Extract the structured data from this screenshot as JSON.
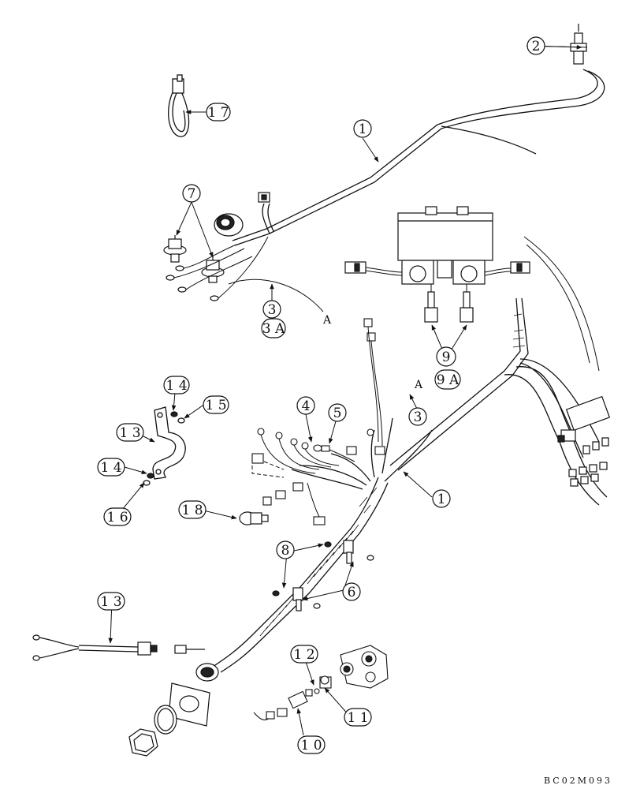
{
  "diagram": {
    "drawing_code": "BC02M093",
    "callouts": [
      {
        "id": "c1a",
        "label": "1"
      },
      {
        "id": "c1b",
        "label": "1"
      },
      {
        "id": "c2",
        "label": "2"
      },
      {
        "id": "c3a",
        "label": "3"
      },
      {
        "id": "c3aa",
        "label": "3 A"
      },
      {
        "id": "c3b",
        "label": "3"
      },
      {
        "id": "c4",
        "label": "4"
      },
      {
        "id": "c5",
        "label": "5"
      },
      {
        "id": "c6",
        "label": "6"
      },
      {
        "id": "c7",
        "label": "7"
      },
      {
        "id": "c8",
        "label": "8"
      },
      {
        "id": "c9",
        "label": "9"
      },
      {
        "id": "c9a",
        "label": "9 A"
      },
      {
        "id": "c10",
        "label": "1 0"
      },
      {
        "id": "c11",
        "label": "1 1"
      },
      {
        "id": "c12",
        "label": "1 2"
      },
      {
        "id": "c13a",
        "label": "1 3"
      },
      {
        "id": "c13b",
        "label": "1 3"
      },
      {
        "id": "c14a",
        "label": "1 4"
      },
      {
        "id": "c14b",
        "label": "1 4"
      },
      {
        "id": "c15",
        "label": "1 5"
      },
      {
        "id": "c16",
        "label": "1 6"
      },
      {
        "id": "c17",
        "label": "1 7"
      },
      {
        "id": "c18",
        "label": "1 8"
      }
    ],
    "reference_marks": [
      {
        "id": "ra1",
        "label": "A"
      },
      {
        "id": "ra2",
        "label": "A"
      }
    ]
  }
}
